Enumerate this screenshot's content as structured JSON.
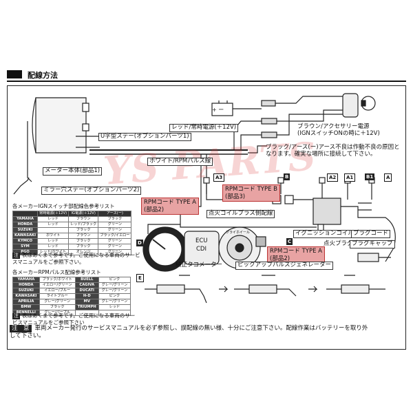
{
  "header": {
    "title": "配線方法"
  },
  "labels": {
    "meter_body": "メーター本体(部品1)",
    "u_stay": "U字型ステー(オプションパーツ1)",
    "mirror_stay": "ミラー穴ステー(オプションパーツ2)",
    "red_power": "レッド/常時電源(＋12V)",
    "brown_acc_1": "ブラウン/アクセサリー電源",
    "brown_acc_2": "(IGNスイッチONの時に＋12V)",
    "black_earth_1": "ブラック/アース(ー)アース不良は作動不良の原因と",
    "black_earth_2": "なります。確実な場所に接続して下さい。",
    "white_rpm": "ホワイト/RPMパルス線",
    "rpm_type_b_1": "RPMコード TYPE B",
    "rpm_type_b_2": "(部品3)",
    "rpm_type_a_1": "RPMコード TYPE A",
    "rpm_type_a_2": "(部品2)",
    "rpm_type_a2_1": "RPMコード TYPE A",
    "rpm_type_a2_2": "(部品2)",
    "coil_plus": "点火コイルプラス側配線",
    "ignition_coil": "イグニッションコイル",
    "plug_cord": "プラグコード",
    "spark_plug": "点火プラグ",
    "plug_cap": "プラグキャップ",
    "ecu": "ECU",
    "cdi": "CDI",
    "genuine_tacho": "純正タコメーター",
    "pickup_gen": "ピックアップパルスジェネレーター",
    "flywheel": "フライホイール"
  },
  "badges": [
    "A3",
    "B",
    "A2",
    "A1",
    "B1",
    "A",
    "C",
    "D",
    "E"
  ],
  "watermark": "YS PARTS",
  "table1": {
    "title": "各メーカーIGNスイッチ部配線色参考リスト",
    "header": [
      "",
      "常時電源(＋12V)",
      "IG電源(＋12V)",
      "アース(ー)"
    ],
    "rows": [
      [
        "YAMAHA",
        "レッド",
        "ブラウン",
        "ブラック"
      ],
      [
        "HONDA",
        "レッド",
        "レッド/ブラック",
        "グリーン"
      ],
      [
        "SUZUKI",
        "",
        "ブラック",
        "グリーン"
      ],
      [
        "KAWASAKI",
        "ホワイト",
        "ブラウン",
        "ブラック/イエロー"
      ],
      [
        "KYMCO",
        "レッド",
        "ブラック",
        "グリーン"
      ],
      [
        "SYM",
        "レッド",
        "ブラック",
        "グリーン"
      ],
      [
        "PGO",
        "レッド/ホワイト",
        "オレンジ",
        "グリーン"
      ]
    ]
  },
  "note1": {
    "key": "注",
    "text1": "表はあくまで参考です。ご使用になる車両のサービ",
    "text2": "スマニュアルをご参照下さい。"
  },
  "table2": {
    "title": "各メーカーRPMパルス配線参考リスト",
    "rows": [
      [
        "YAMAHA",
        "ブラック/ホワイト",
        "BUELL",
        "ピンク"
      ],
      [
        "HONDA",
        "イエロー/グリーン",
        "CAGIVA",
        "グレー/グリーン"
      ],
      [
        "SUZUKI",
        "イエロー/ブルー",
        "DUCATI",
        "グレー/グリーン"
      ],
      [
        "KAWASAKI",
        "ライトブルー",
        "H-D",
        "ピンク"
      ],
      [
        "APRILIA",
        "グレー/グリーン",
        "MV",
        "グレー/グリーン"
      ],
      [
        "BMW",
        "ブラック",
        "TRIUMPH",
        "レッド"
      ],
      [
        "BENNELLI",
        "グレー/パープル",
        "",
        ""
      ]
    ]
  },
  "note2": {
    "key": "注",
    "text1": "表はあくまで参考です。ご使用になる車両のサー",
    "text2": "ビスマニュアルをご参照下さい"
  },
  "footer": {
    "key": "注　意",
    "text1": "車両メーカー発行のサービスマニュアルを必ず参照し、誤配線の無い様、十分にご注意下さい。配線作業はバッテリーを取り外",
    "text2": "して下さい。"
  },
  "colors": {
    "accent_red": "#e8a3a3",
    "line": "#222222",
    "watermark": "#dc3c3c"
  }
}
